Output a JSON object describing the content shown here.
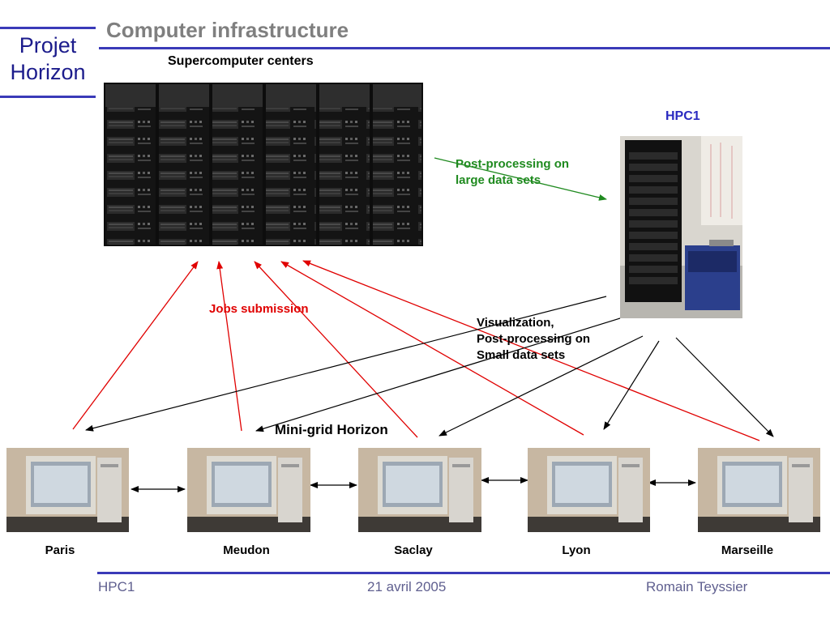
{
  "header": {
    "brand_line1": "Projet",
    "brand_line2": "Horizon",
    "title": "Computer infrastructure"
  },
  "diagram": {
    "supercomputer_label": "Supercomputer centers",
    "hpc_label": "HPC1",
    "postproc_large": [
      "Post-processing on",
      "large data sets"
    ],
    "jobs_label": "Jobs submission",
    "viz_label": [
      "Visualization,",
      "Post-processing on",
      "Small data sets"
    ],
    "minigrid_label": "Mini-grid Horizon",
    "sites": [
      "Paris",
      "Meudon",
      "Saclay",
      "Lyon",
      "Marseille"
    ],
    "colors": {
      "jobs_arrow": "#e00000",
      "postproc_arrow": "#1f8a1f",
      "viz_arrow": "#000000",
      "accent": "#3a3ab8"
    }
  },
  "footer": {
    "left": "HPC1",
    "center": "21 avril 2005",
    "right": "Romain Teyssier"
  }
}
